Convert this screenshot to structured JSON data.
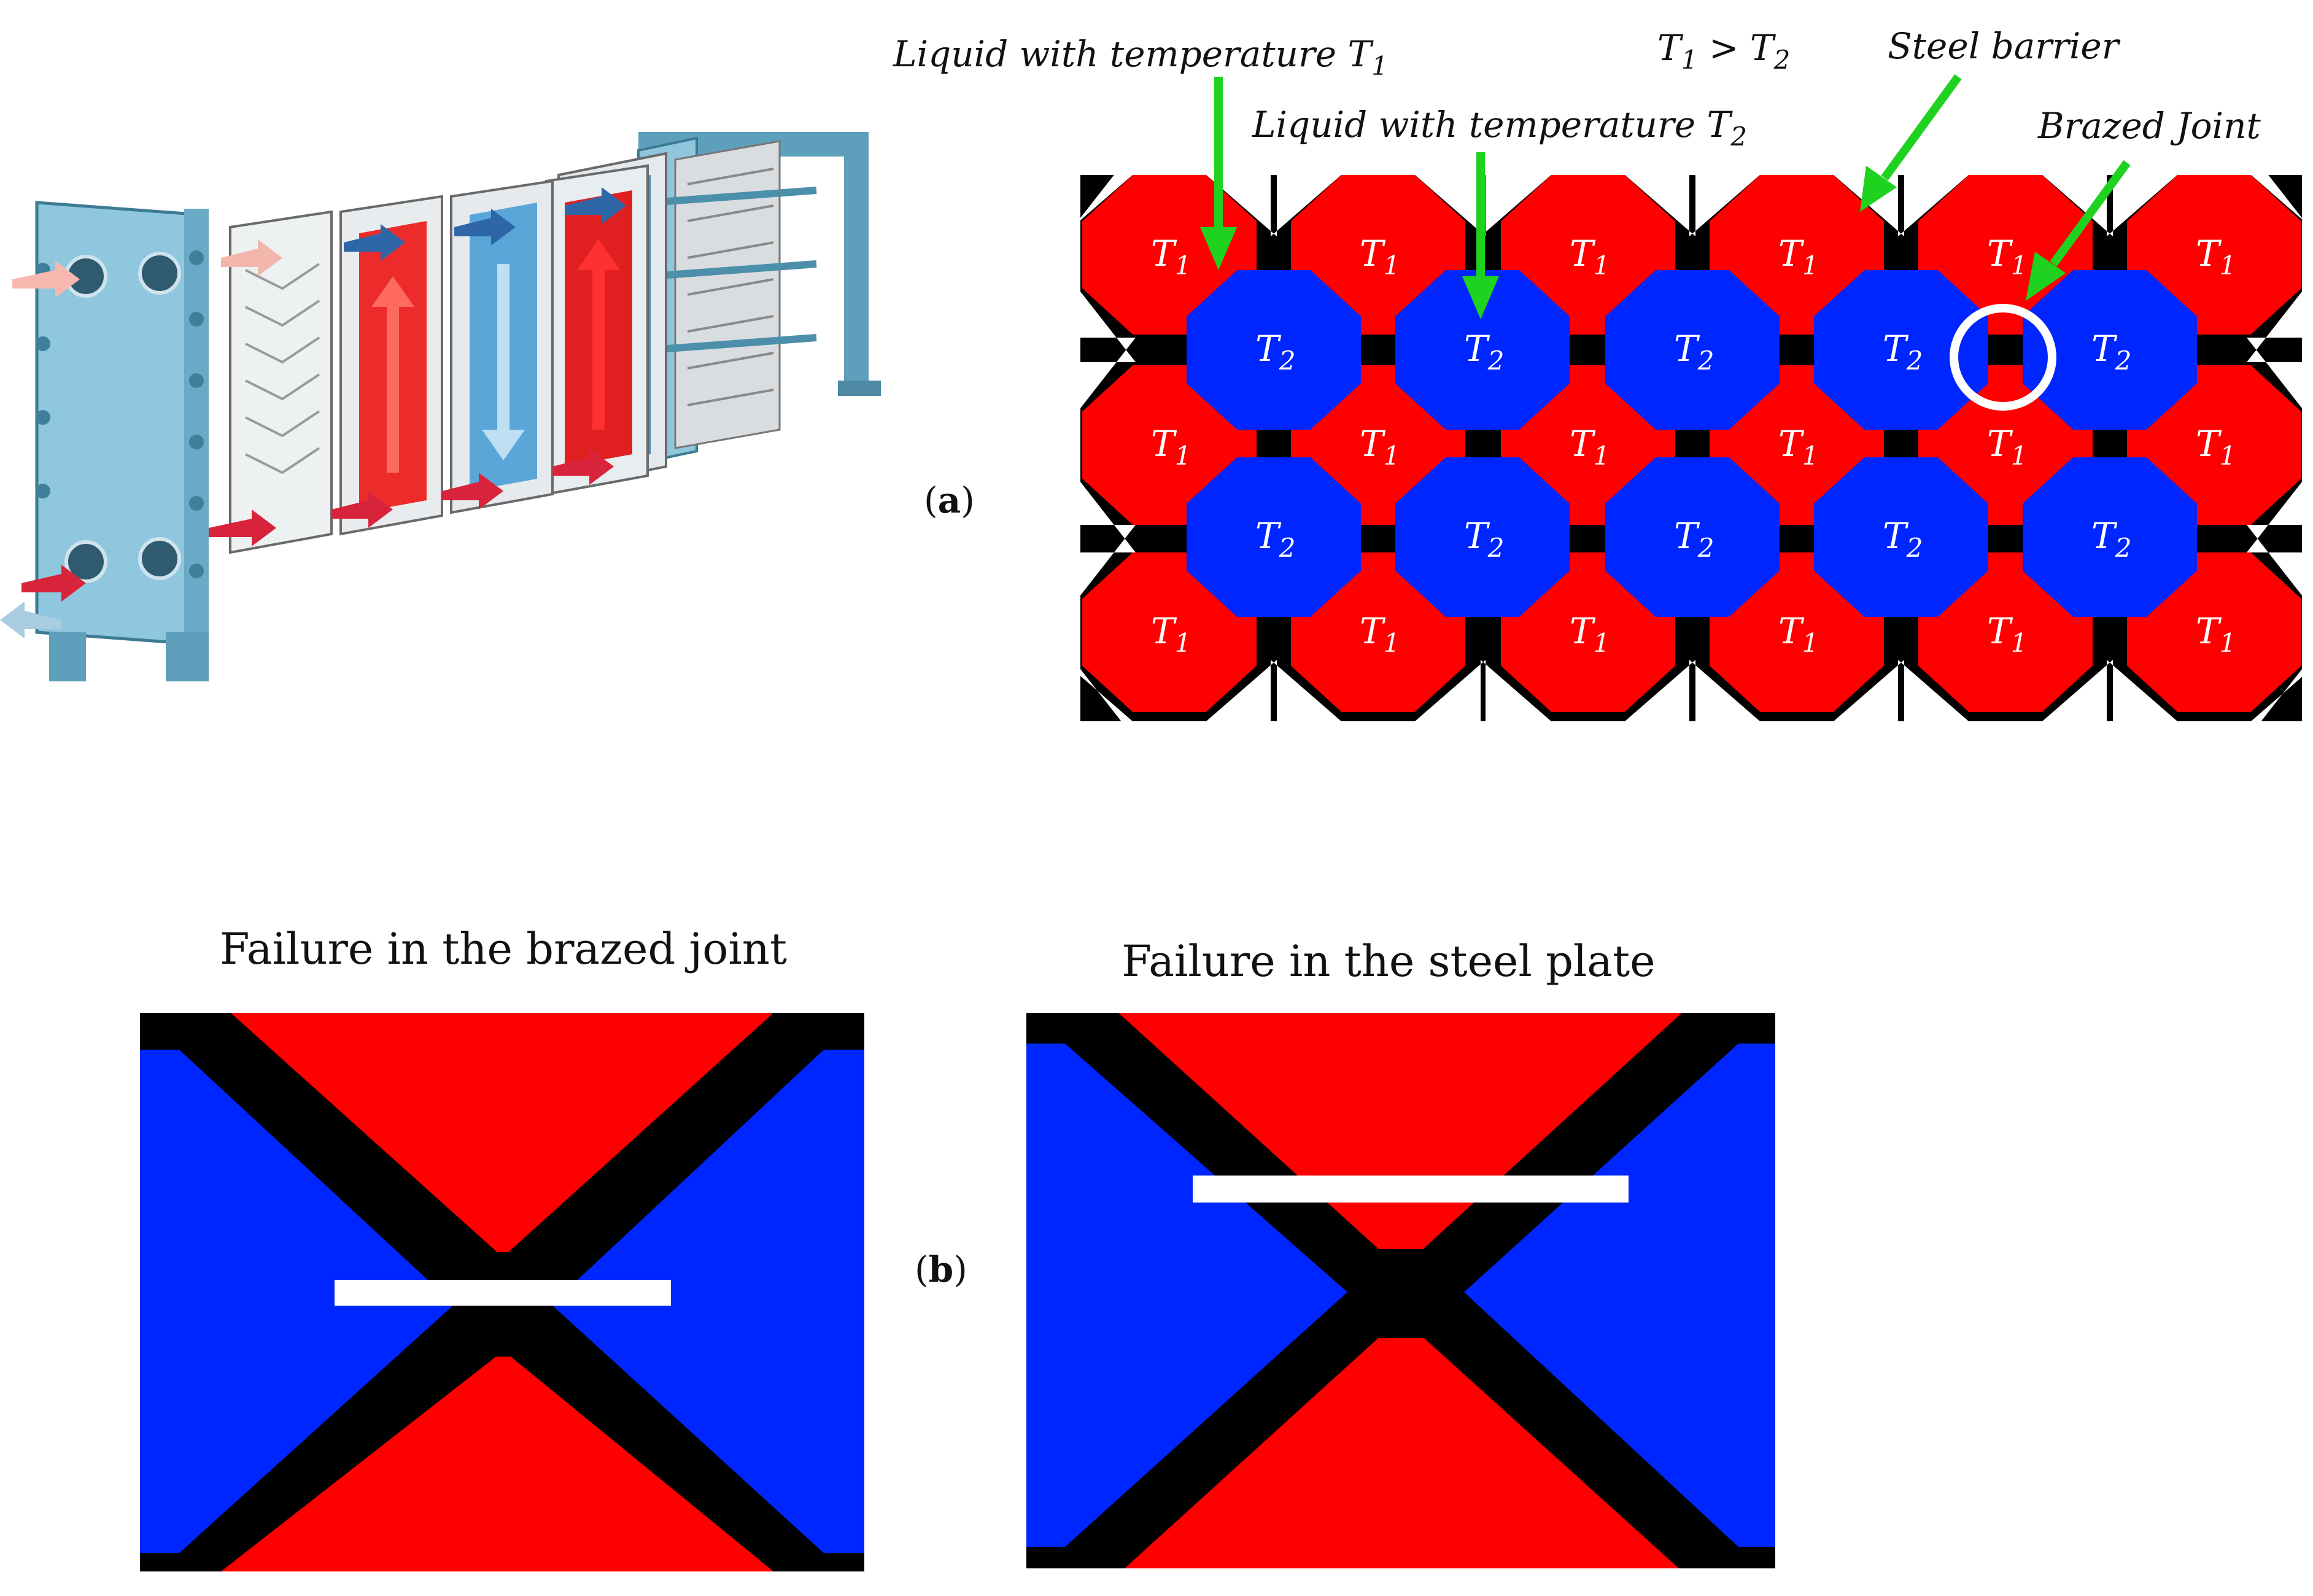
{
  "panel_a": {
    "panel_label_open": "(",
    "panel_label_letter": "a",
    "panel_label_close": ")",
    "label_liquid_t1": "Liquid with temperature T",
    "label_liquid_t1_sub": "1",
    "label_liquid_t2": "Liquid with temperature T",
    "label_liquid_t2_sub": "2",
    "relation_a": "T",
    "relation_a_sub": "1",
    "relation_op": " > T",
    "relation_b_sub": "2",
    "label_steel": "Steel barrier",
    "label_brazed": "Brazed Joint",
    "cell_t1": "T",
    "cell_t1_sub": "1",
    "cell_t2": "T",
    "cell_t2_sub": "2"
  },
  "panel_b": {
    "panel_label_open": "(",
    "panel_label_letter": "b",
    "panel_label_close": ")",
    "title_left": "Failure in the brazed joint",
    "title_right": "Failure in the steel plate"
  },
  "colors": {
    "hot": "#ff0000",
    "cold": "#0026ff",
    "steel": "#000000",
    "arrow": "#1fd21f",
    "crack": "#ffffff",
    "hx_frame": "#6fb3cf",
    "hx_plate": "#e7ecef"
  },
  "icons": {
    "heat_exchanger": "plate-heat-exchanger-illustration"
  }
}
